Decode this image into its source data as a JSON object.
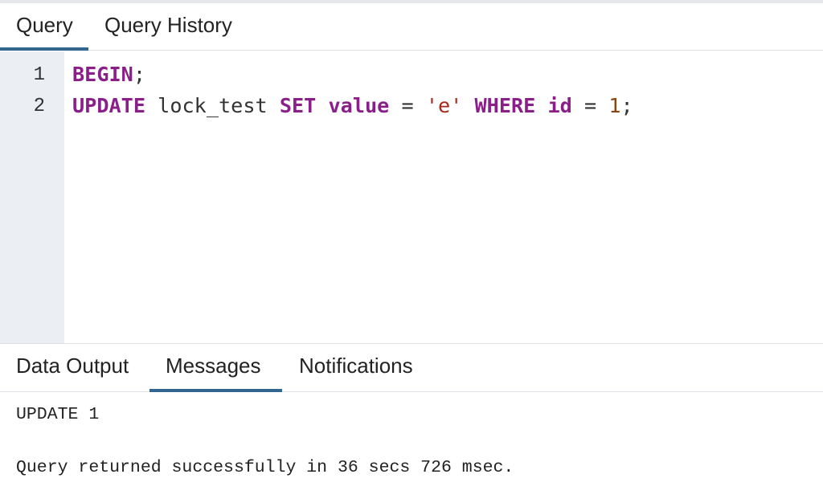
{
  "top_tabs": [
    {
      "label": "Query",
      "active": true
    },
    {
      "label": "Query History",
      "active": false
    }
  ],
  "editor": {
    "line_numbers": [
      "1",
      "2"
    ],
    "lines": [
      [
        {
          "t": "BEGIN",
          "k": "kw"
        },
        {
          "t": ";",
          "k": "op"
        }
      ],
      [
        {
          "t": "UPDATE",
          "k": "kw"
        },
        {
          "t": " lock_test ",
          "k": "id"
        },
        {
          "t": "SET",
          "k": "kw"
        },
        {
          "t": " ",
          "k": "id"
        },
        {
          "t": "value",
          "k": "kw"
        },
        {
          "t": " = ",
          "k": "op"
        },
        {
          "t": "'e'",
          "k": "str"
        },
        {
          "t": " ",
          "k": "id"
        },
        {
          "t": "WHERE",
          "k": "kw"
        },
        {
          "t": " ",
          "k": "id"
        },
        {
          "t": "id",
          "k": "kw"
        },
        {
          "t": " = ",
          "k": "op"
        },
        {
          "t": "1",
          "k": "num"
        },
        {
          "t": ";",
          "k": "op"
        }
      ]
    ]
  },
  "result_tabs": [
    {
      "label": "Data Output",
      "active": false
    },
    {
      "label": "Messages",
      "active": true
    },
    {
      "label": "Notifications",
      "active": false
    }
  ],
  "messages": {
    "line1": "UPDATE 1",
    "line2": "Query returned successfully in 36 secs 726 msec."
  },
  "colors": {
    "accent": "#326690",
    "keyword": "#8b1f8a",
    "string": "#a52a1c",
    "number": "#8b4513",
    "gutter": "#ebeef3"
  }
}
